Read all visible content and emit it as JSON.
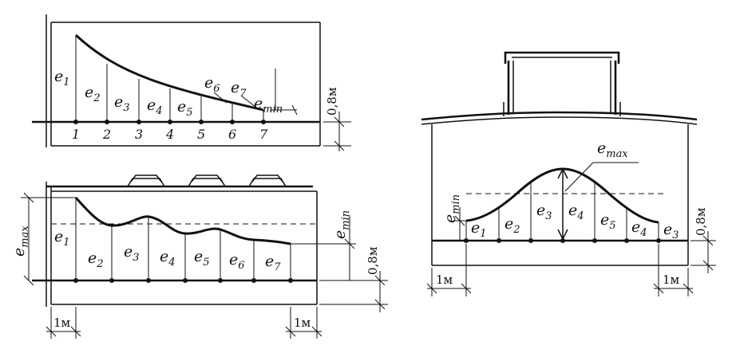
{
  "labels": {
    "e": "e",
    "max": "max",
    "min": "min",
    "one_meter": "1м",
    "height": "0,8м"
  },
  "top_left": {
    "subscripts": [
      "1",
      "2",
      "3",
      "4",
      "5",
      "6",
      "7"
    ],
    "point_numbers": [
      "1",
      "2",
      "3",
      "4",
      "5",
      "6",
      "7"
    ]
  },
  "bottom_left": {
    "subscripts": [
      "1",
      "2",
      "3",
      "4",
      "5",
      "6",
      "7"
    ]
  },
  "right": {
    "subscripts": [
      "1",
      "2",
      "3",
      "4",
      "5",
      "4",
      "3"
    ]
  }
}
